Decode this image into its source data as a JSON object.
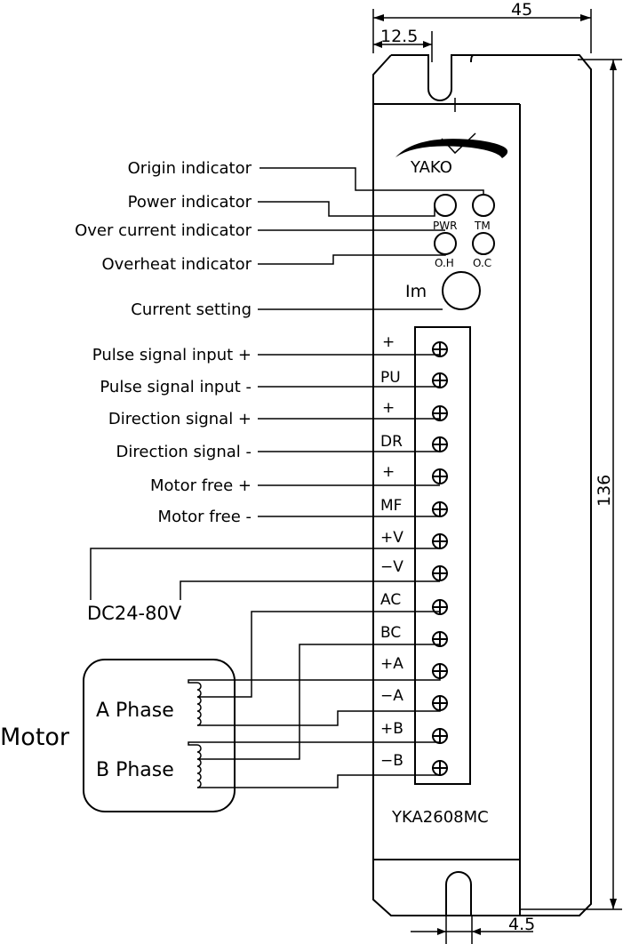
{
  "dimensions": {
    "width_total": "45",
    "width_offset": "12.5",
    "height_total": "136",
    "hole_offset": "4.5"
  },
  "brand": "YAKO",
  "model": "YKA2608MC",
  "indicators": {
    "pwr": "PWR",
    "tm": "TM",
    "oh": "O.H",
    "oc": "O.C"
  },
  "current_knob": "Im",
  "callouts": [
    "Origin indicator",
    "Power indicator",
    "Over current indicator",
    "Overheat indicator",
    "Current setting",
    "Pulse signal input +",
    "Pulse signal input -",
    "Direction signal +",
    "Direction signal -",
    "Motor free +",
    "Motor free -"
  ],
  "terminals": [
    "+",
    "PU",
    "+",
    "DR",
    "+",
    "MF",
    "+V",
    "−V",
    "AC",
    "BC",
    "+A",
    "−A",
    "+B",
    "−B"
  ],
  "power_supply": "DC24-80V",
  "motor": {
    "label": "Motor",
    "phase_a": "A Phase",
    "phase_b": "B Phase"
  }
}
